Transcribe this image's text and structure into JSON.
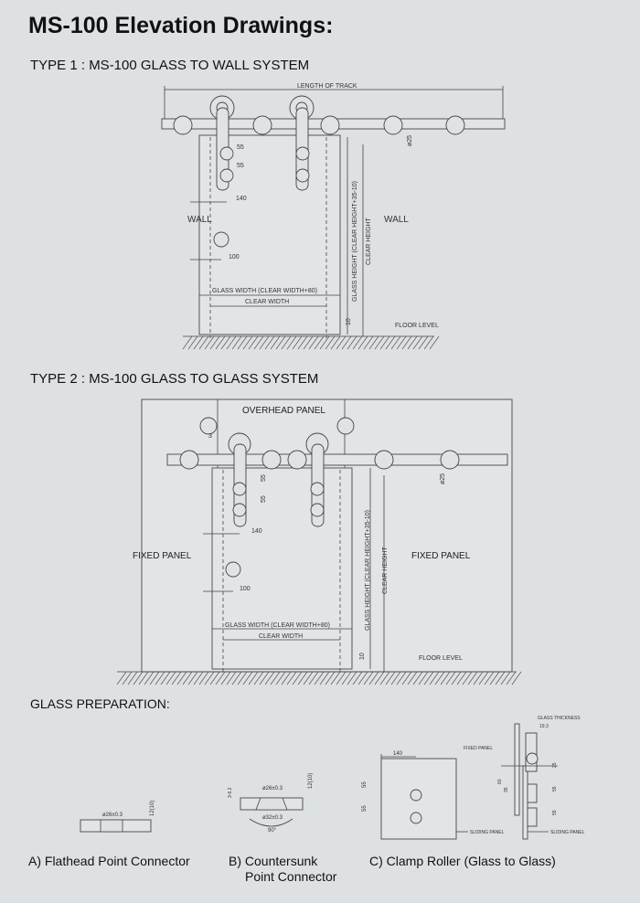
{
  "title": "MS-100 Elevation Drawings:",
  "type1": {
    "heading": "TYPE 1 : MS-100 GLASS TO WALL SYSTEM",
    "length_of_track": "LENGTH OF TRACK",
    "wall_left": "WALL",
    "wall_right": "WALL",
    "dim_55a": "55",
    "dim_55b": "55",
    "dim_140": "140",
    "dim_100": "100",
    "dia25": "ø25",
    "glass_width": "GLASS WIDTH (CLEAR WIDTH+80)",
    "clear_width": "CLEAR WIDTH",
    "glass_height": "GLASS HEIGHT (CLEAR HEIGHT+35-10)",
    "clear_height": "CLEAR HEIGHT",
    "dim_10": "10",
    "floor_level": "FLOOR LEVEL"
  },
  "type2": {
    "heading": "TYPE 2 : MS-100 GLASS TO GLASS SYSTEM",
    "overhead_panel": "OVERHEAD PANEL",
    "fixed_left": "FIXED PANEL",
    "fixed_right": "FIXED PANEL",
    "dim_3": "3",
    "dim_55a": "55",
    "dim_55b": "55",
    "dim_140": "140",
    "dim_100": "100",
    "dia25": "ø25",
    "glass_width": "GLASS WIDTH (CLEAR WIDTH+80)",
    "clear_width": "CLEAR WIDTH",
    "glass_height": "GLASS HEIGHT (CLEAR HEIGHT+35-10)",
    "clear_height": "CLEAR HEIGHT",
    "dim_10": "10",
    "floor_level": "FLOOR LEVEL"
  },
  "prep": {
    "heading": "GLASS PREPARATION:",
    "a": {
      "caption": "A) Flathead Point Connector",
      "dia": "ø26±0.3",
      "thk": "12(10)"
    },
    "b": {
      "caption1": "B) Countersunk",
      "caption2": "Point Connector",
      "dia1": "ø26±0.3",
      "dia2": "ø32±0.3",
      "depth": "3-6.2",
      "thk": "12(10)",
      "angle": "90°"
    },
    "c": {
      "caption": "C) Clamp Roller (Glass to Glass)",
      "dim_140": "140",
      "dim_55a": "55",
      "dim_55b": "55",
      "sliding_panel": "SLIDING PANEL",
      "sliding_panel2": "SLIDING PANEL",
      "glass_thickness": "GLASS THICKNESS",
      "dim_193": "19.3",
      "fixed_panel": "FIXED PANEL",
      "dim_60": "60",
      "dim_35": "35",
      "dim_25": "25",
      "dim_55c": "55",
      "dim_55d": "55"
    }
  }
}
